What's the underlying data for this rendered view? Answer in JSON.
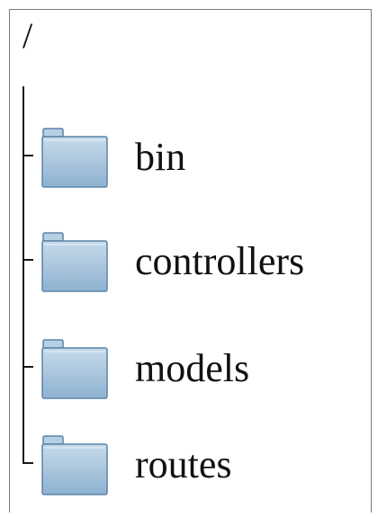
{
  "tree": {
    "root_label": "/",
    "items": [
      {
        "label": "bin",
        "icon": "folder-icon"
      },
      {
        "label": "controllers",
        "icon": "folder-icon"
      },
      {
        "label": "models",
        "icon": "folder-icon"
      },
      {
        "label": "routes",
        "icon": "folder-icon"
      }
    ]
  },
  "colors": {
    "folder_fill_top": "#c6daea",
    "folder_fill_bottom": "#8fb2d0",
    "folder_stroke": "#5a84a8",
    "line": "#1a1a1a"
  }
}
